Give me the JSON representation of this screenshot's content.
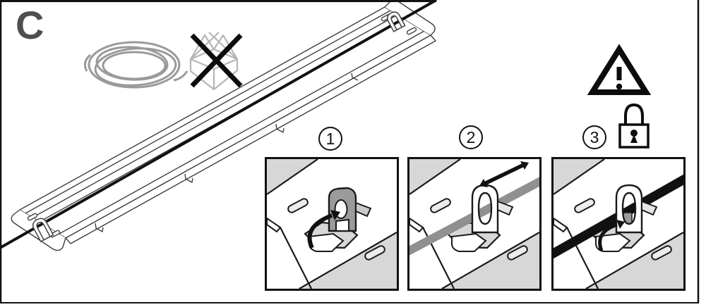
{
  "panel": {
    "letter": "C"
  },
  "steps": [
    {
      "number": "1"
    },
    {
      "number": "2"
    },
    {
      "number": "3"
    }
  ],
  "icons": {
    "coiled_cable": "coiled-cable-icon",
    "crossed_out_box": "crossed-out-box-icon",
    "warning_triangle": "warning-triangle-icon",
    "padlock": "padlock-icon",
    "suspension_cable": "suspension-cable-line",
    "luminaire": "luminaire-line-drawing",
    "step1_scene": "flip-up-cable-clip-illustration",
    "step2_scene": "cable-through-clip-slide-illustration",
    "step3_scene": "lock-clip-on-cable-illustration"
  },
  "colors": {
    "outline_dark": "#1a1a1a",
    "fixture_line": "#3f3f3f",
    "panel_gray": "#d7d7d7",
    "clip_gray": "#9b9b9b",
    "cable_gray": "#909090",
    "cable_black": "#111111",
    "coil_gray": "#9a9a9a",
    "box_gray": "#b5b5b5",
    "letter_gray": "#4f4f4f"
  }
}
